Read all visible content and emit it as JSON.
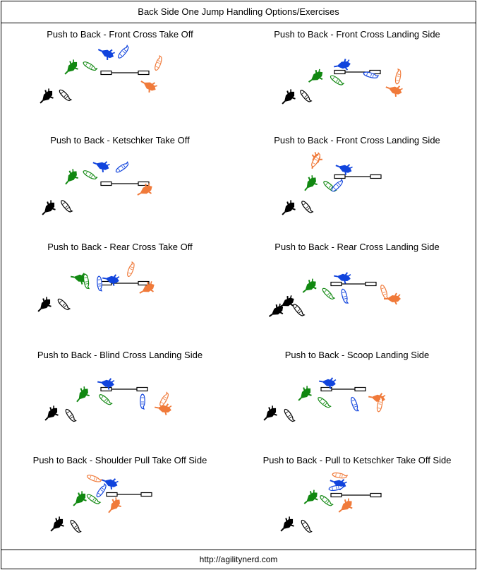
{
  "header": {
    "title": "Back Side One Jump Handling Options/Exercises"
  },
  "footer": {
    "url": "http://agilitynerd.com"
  },
  "legend_colors": {
    "handler": "#000000",
    "green": "#118811",
    "blue": "#1144dd",
    "orange": "#f07a3a"
  },
  "panels": [
    {
      "title": "Push to Back - Front Cross Take Off"
    },
    {
      "title": "Push to Back - Front Cross Landing Side"
    },
    {
      "title": "Push to Back - Ketschker Take Off"
    },
    {
      "title": "Push to Back - Front Cross Landing Side"
    },
    {
      "title": "Push to Back - Rear Cross Take Off"
    },
    {
      "title": "Push to Back - Rear Cross Landing Side"
    },
    {
      "title": "Push to Back - Blind Cross Landing Side"
    },
    {
      "title": "Push to Back - Scoop Landing Side"
    },
    {
      "title": "Push to Back - Shoulder Pull Take Off Side"
    },
    {
      "title": "Push to Back - Pull to Ketschker Take Off Side"
    }
  ]
}
